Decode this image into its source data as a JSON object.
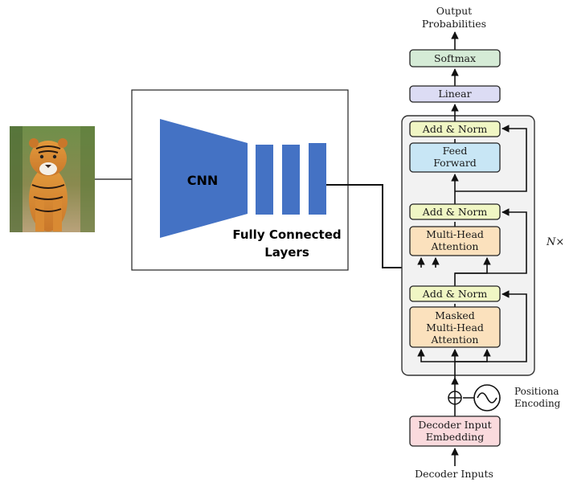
{
  "image": {
    "subject": "tiger-photo"
  },
  "encoder": {
    "cnn_label": "CNN",
    "fc_label_line1": "Fully Connected",
    "fc_label_line2": "Layers",
    "color": "#4472c4"
  },
  "decoder": {
    "output_line1": "Output",
    "output_line2": "Probabilities",
    "softmax": "Softmax",
    "linear": "Linear",
    "add_norm": "Add & Norm",
    "feed_forward_line1": "Feed",
    "feed_forward_line2": "Forward",
    "mha_line1": "Multi-Head",
    "mha_line2": "Attention",
    "masked_line1": "Masked",
    "masked_line2": "Multi-Head",
    "masked_line3": "Attention",
    "repeat_label": "N×",
    "pos_enc_line1": "Positiona",
    "pos_enc_line2": "Encoding",
    "embedding_line1": "Decoder Input",
    "embedding_line2": "Embedding",
    "inputs": "Decoder Inputs"
  },
  "colors": {
    "softmax": "#d5ebd6",
    "linear": "#dcdcf4",
    "add_norm": "#f0f6c4",
    "feed_forward": "#c8e6f5",
    "attention": "#fbe1bd",
    "embedding": "#fadadd",
    "stack_bg": "#f2f2f2"
  }
}
